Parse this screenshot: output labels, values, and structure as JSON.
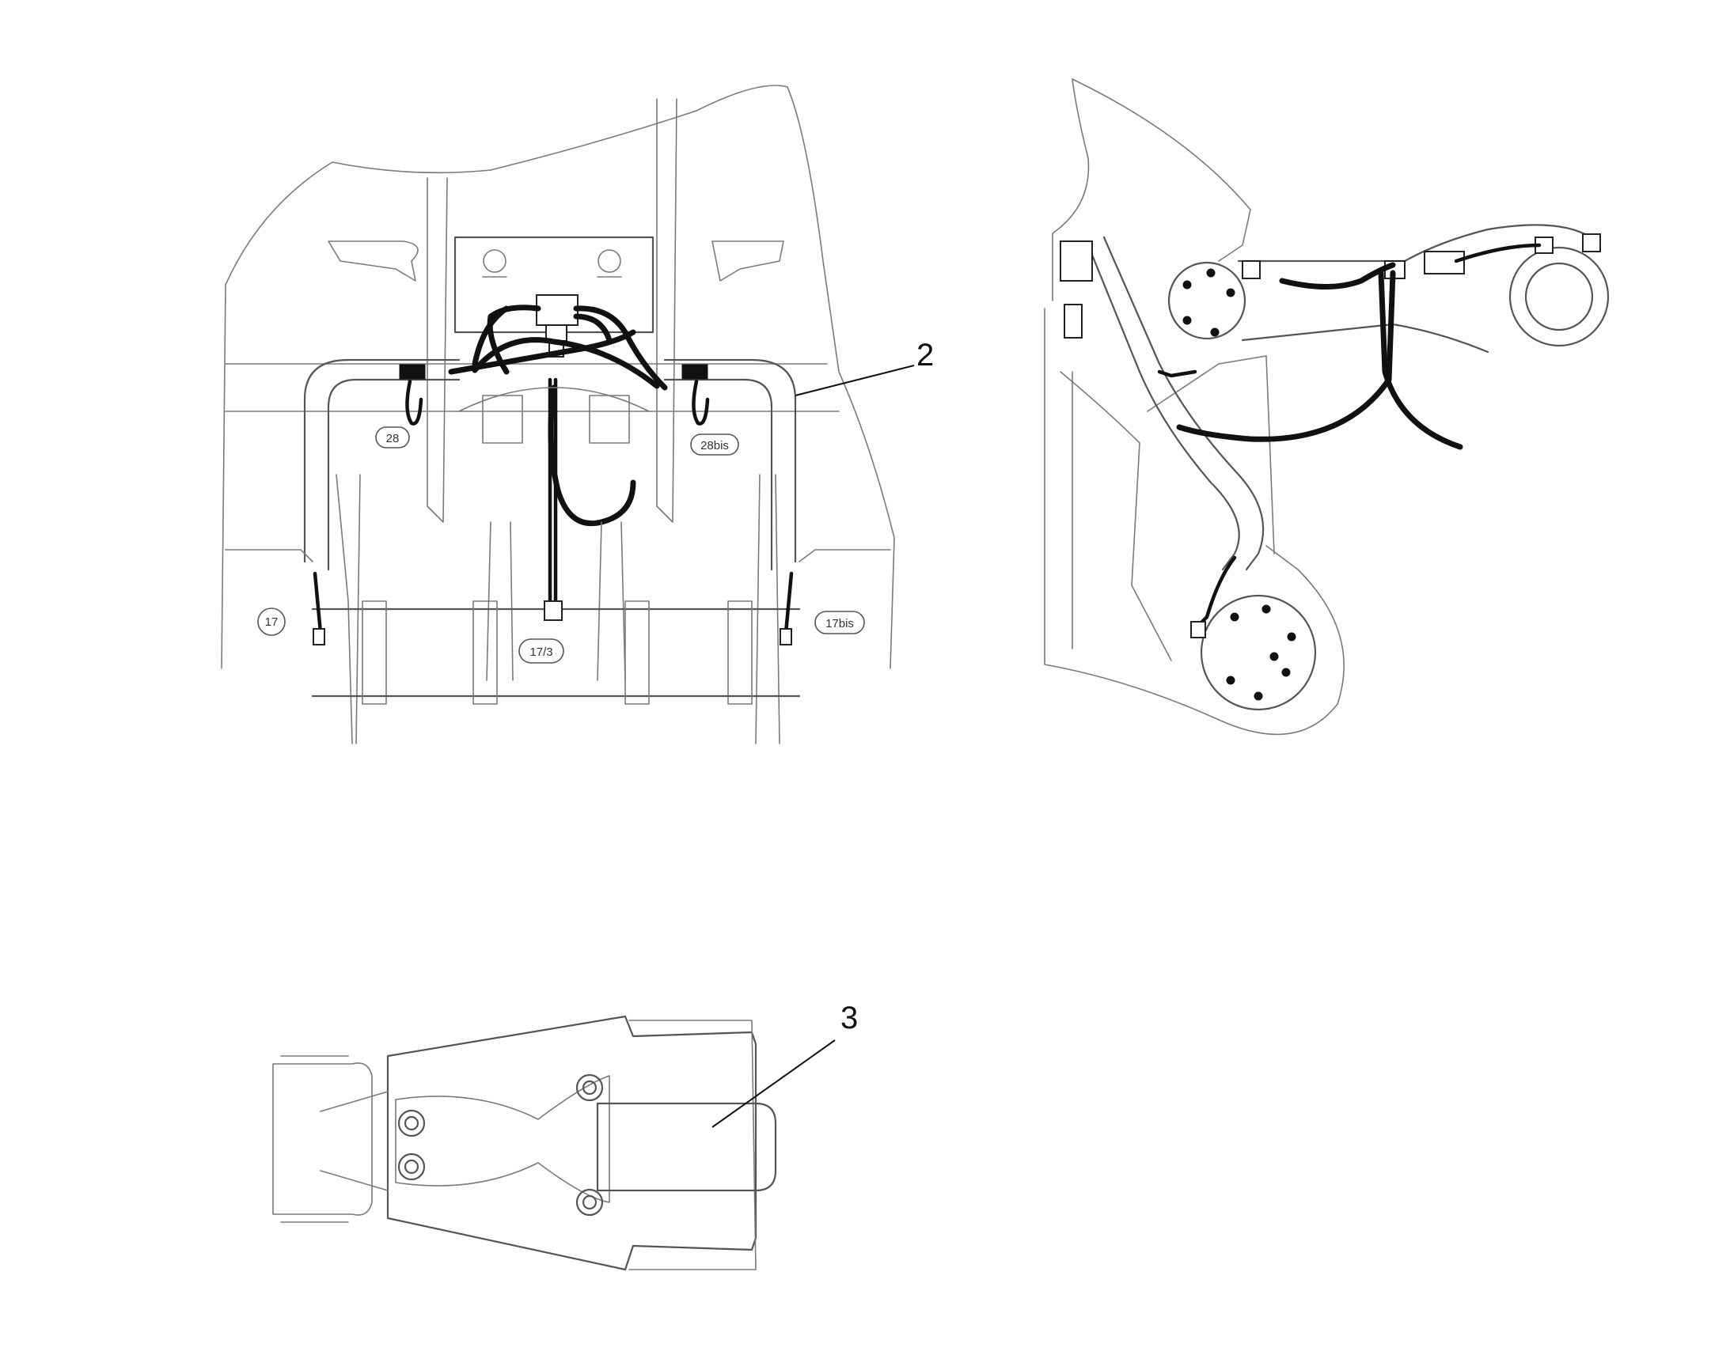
{
  "callouts": {
    "item_2": "2",
    "item_3": "3"
  },
  "part_tags": {
    "tag_28": "28",
    "tag_28bis": "28bis",
    "tag_17": "17",
    "tag_17bis": "17bis",
    "tag_17ter": "17/3"
  },
  "colors": {
    "outline": "#7a7a7a",
    "hose": "#111111",
    "background": "#ffffff"
  }
}
